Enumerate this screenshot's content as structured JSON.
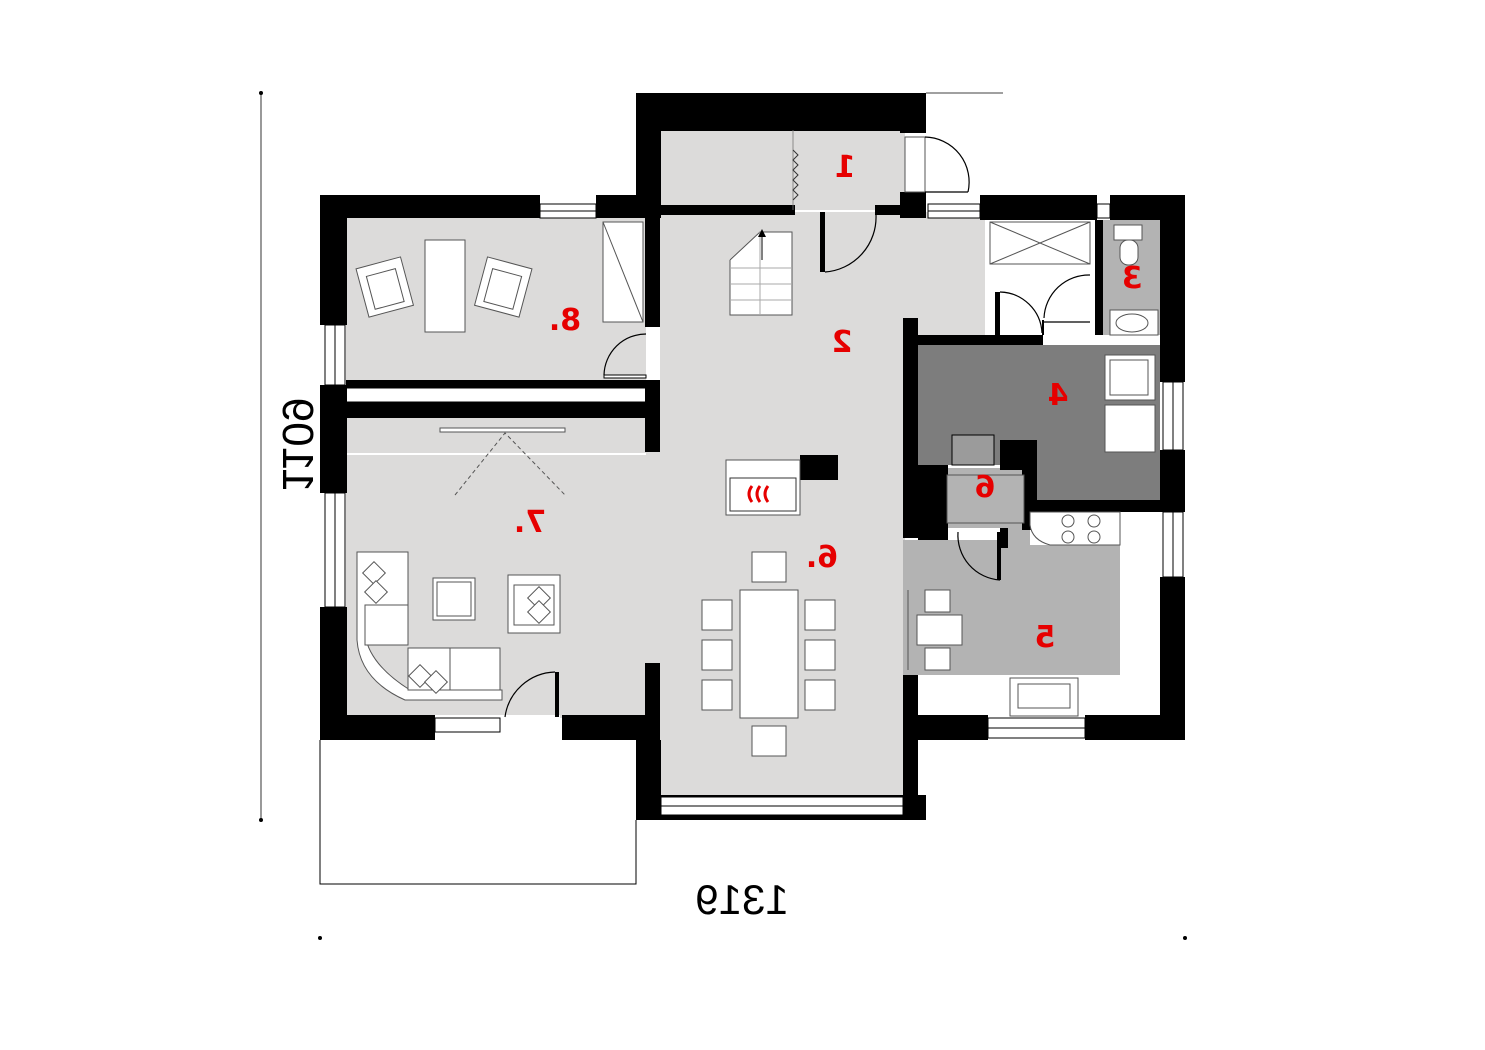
{
  "dimensions": {
    "width_label": "1319",
    "height_label": "1109"
  },
  "rooms": [
    {
      "id": "1",
      "label": "1"
    },
    {
      "id": "2",
      "label": "2"
    },
    {
      "id": "3",
      "label": "3"
    },
    {
      "id": "4",
      "label": "4"
    },
    {
      "id": "5",
      "label": "5"
    },
    {
      "id": "6",
      "label": "6"
    },
    {
      "id": "6a",
      "label": "6."
    },
    {
      "id": "7",
      "label": "7."
    },
    {
      "id": "8",
      "label": "8."
    }
  ],
  "colors": {
    "wall": "#000000",
    "floor_light": "#dcdbda",
    "floor_mid": "#b3b3b3",
    "floor_dark": "#7d7d7d",
    "label": "#e60000",
    "fireplace": "#e60000"
  },
  "icons": [
    "fireplace-icon",
    "staircase-icon",
    "shower-icon",
    "toilet-icon",
    "sink-icon",
    "stove-icon"
  ]
}
